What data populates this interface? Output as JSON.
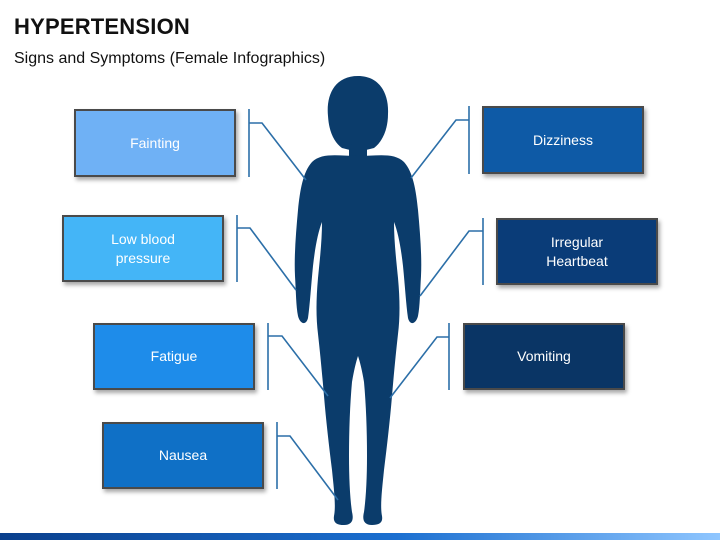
{
  "header": {
    "title": "HYPERTENSION",
    "subtitle": "Signs and Symptoms (Female Infographics)"
  },
  "symptoms": {
    "left": [
      {
        "label": "Fainting",
        "color": "#6fb1f5"
      },
      {
        "label": "Low blood pressure",
        "color": "#44b5f7"
      },
      {
        "label": "Fatigue",
        "color": "#1e8cea"
      },
      {
        "label": "Nausea",
        "color": "#0f70c6"
      }
    ],
    "right": [
      {
        "label": "Dizziness",
        "color": "#0e5aa6"
      },
      {
        "label": "Irregular Heartbeat",
        "color": "#0a3c78"
      },
      {
        "label": "Vomiting",
        "color": "#0a3565"
      }
    ]
  },
  "colors": {
    "figure": "#0b3c6b",
    "leader_line": "#2c6fa8"
  }
}
